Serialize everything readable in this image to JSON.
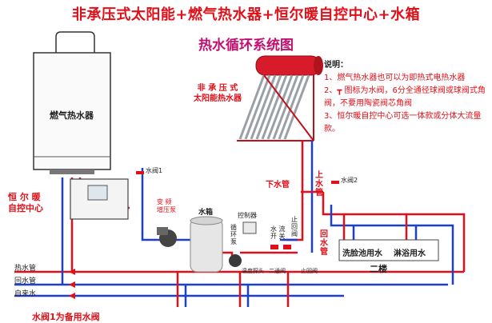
{
  "title": "非承压式太阳能+燃气热水器+恒尔暖自控中心+水箱",
  "subtitle": "热水循环系统图",
  "labels": {
    "gas_heater": "燃气热水器",
    "solar": "非 承 压 式\n太阳能热水器",
    "control_center": "恒 尔 暖\n自控中心",
    "valve1": "水阀1",
    "valve2": "水阀2",
    "inverter_pump": "变 频\n增压泵",
    "tank": "水箱",
    "controller": "控制器",
    "circ_pump": "循\n环\n泵",
    "flow_switch": "水 流\n开 关",
    "check_valve": "止\n回\n阀",
    "temp_probe": "温度探头",
    "two_way_valve": "二通阀",
    "check_valve_h": "止回阀",
    "down_pipe": "下水管",
    "up_pipe": "上\n水\n管",
    "return_pipe": "回\n水\n管",
    "hot_water_pipe": "热水管",
    "return_water_pipe": "回水管",
    "tap_water": "自来水",
    "washbasin": "洗脸池用水",
    "shower": "淋浴用水",
    "floor2": "二楼",
    "bottom_cut": "水阀1为备用水阀"
  },
  "notes": {
    "title": "说明：",
    "items": [
      "1、燃气热水器也可以为即热式电热水器",
      "2、┳ 图标为水阀，6分全通径球阀或球阀式角阀，不要用陶瓷阀芯角阀",
      "3、恒尔暖自控中心可选一体款或分体大流量款。"
    ]
  },
  "colors": {
    "hot": "#e0101a",
    "return": "#1c3fd0",
    "title": "#e0101a",
    "subtitle": "#c01070"
  }
}
